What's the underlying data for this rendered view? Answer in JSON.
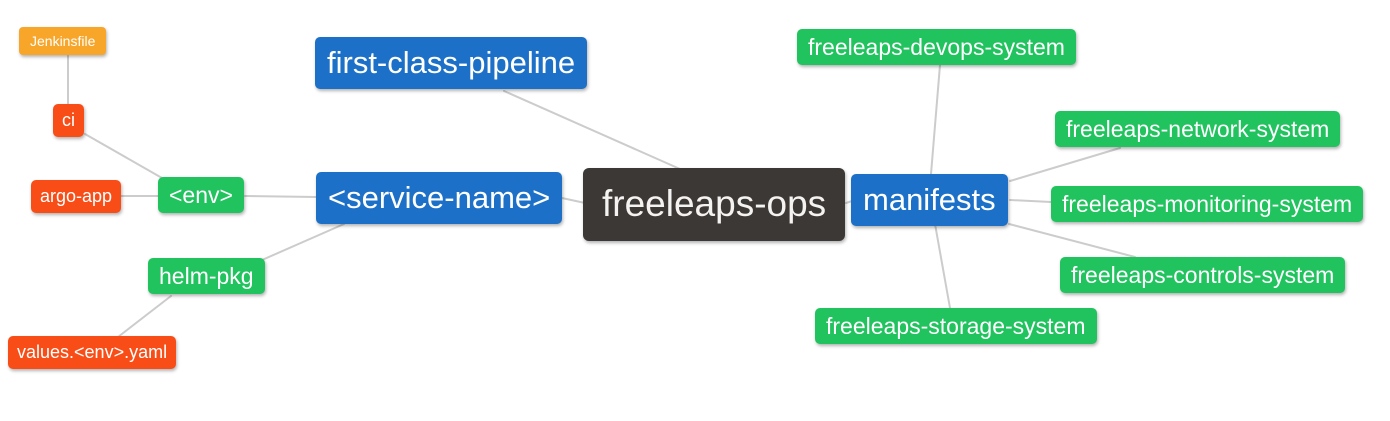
{
  "diagram": {
    "type": "mindmap",
    "background_color": "#ffffff",
    "edge_color": "#cccccc",
    "palette": {
      "root": "#3b3836",
      "branch": "#1d70c8",
      "topic": "#21c35e",
      "subtopic": "#f94d17",
      "leaf": "#f8a62a"
    },
    "nodes": [
      {
        "id": "freeleaps-ops",
        "label": "freeleaps-ops",
        "role": "root"
      },
      {
        "id": "first-class-pipeline",
        "label": "first-class-pipeline",
        "role": "branch"
      },
      {
        "id": "service-name",
        "label": "<service-name>",
        "role": "branch"
      },
      {
        "id": "manifests",
        "label": "manifests",
        "role": "branch"
      },
      {
        "id": "env",
        "label": "<env>",
        "role": "topic"
      },
      {
        "id": "helm-pkg",
        "label": "helm-pkg",
        "role": "topic"
      },
      {
        "id": "ci",
        "label": "ci",
        "role": "subtopic"
      },
      {
        "id": "argo-app",
        "label": "argo-app",
        "role": "subtopic"
      },
      {
        "id": "values-env-yaml",
        "label": "values.<env>.yaml",
        "role": "subtopic"
      },
      {
        "id": "jenkinsfile",
        "label": "Jenkinsfile",
        "role": "leaf"
      },
      {
        "id": "freeleaps-devops-system",
        "label": "freeleaps-devops-system",
        "role": "topic"
      },
      {
        "id": "freeleaps-network-system",
        "label": "freeleaps-network-system",
        "role": "topic"
      },
      {
        "id": "freeleaps-monitoring-system",
        "label": "freeleaps-monitoring-system",
        "role": "topic"
      },
      {
        "id": "freeleaps-controls-system",
        "label": "freeleaps-controls-system",
        "role": "topic"
      },
      {
        "id": "freeleaps-storage-system",
        "label": "freeleaps-storage-system",
        "role": "topic"
      }
    ],
    "edges": [
      {
        "from": "jenkinsfile",
        "to": "ci"
      },
      {
        "from": "ci",
        "to": "env"
      },
      {
        "from": "argo-app",
        "to": "env"
      },
      {
        "from": "env",
        "to": "service-name"
      },
      {
        "from": "first-class-pipeline",
        "to": "freeleaps-ops"
      },
      {
        "from": "service-name",
        "to": "freeleaps-ops"
      },
      {
        "from": "service-name",
        "to": "helm-pkg"
      },
      {
        "from": "helm-pkg",
        "to": "values-env-yaml"
      },
      {
        "from": "freeleaps-ops",
        "to": "manifests"
      },
      {
        "from": "manifests",
        "to": "freeleaps-devops-system"
      },
      {
        "from": "manifests",
        "to": "freeleaps-network-system"
      },
      {
        "from": "manifests",
        "to": "freeleaps-monitoring-system"
      },
      {
        "from": "manifests",
        "to": "freeleaps-controls-system"
      },
      {
        "from": "manifests",
        "to": "freeleaps-storage-system"
      }
    ]
  }
}
